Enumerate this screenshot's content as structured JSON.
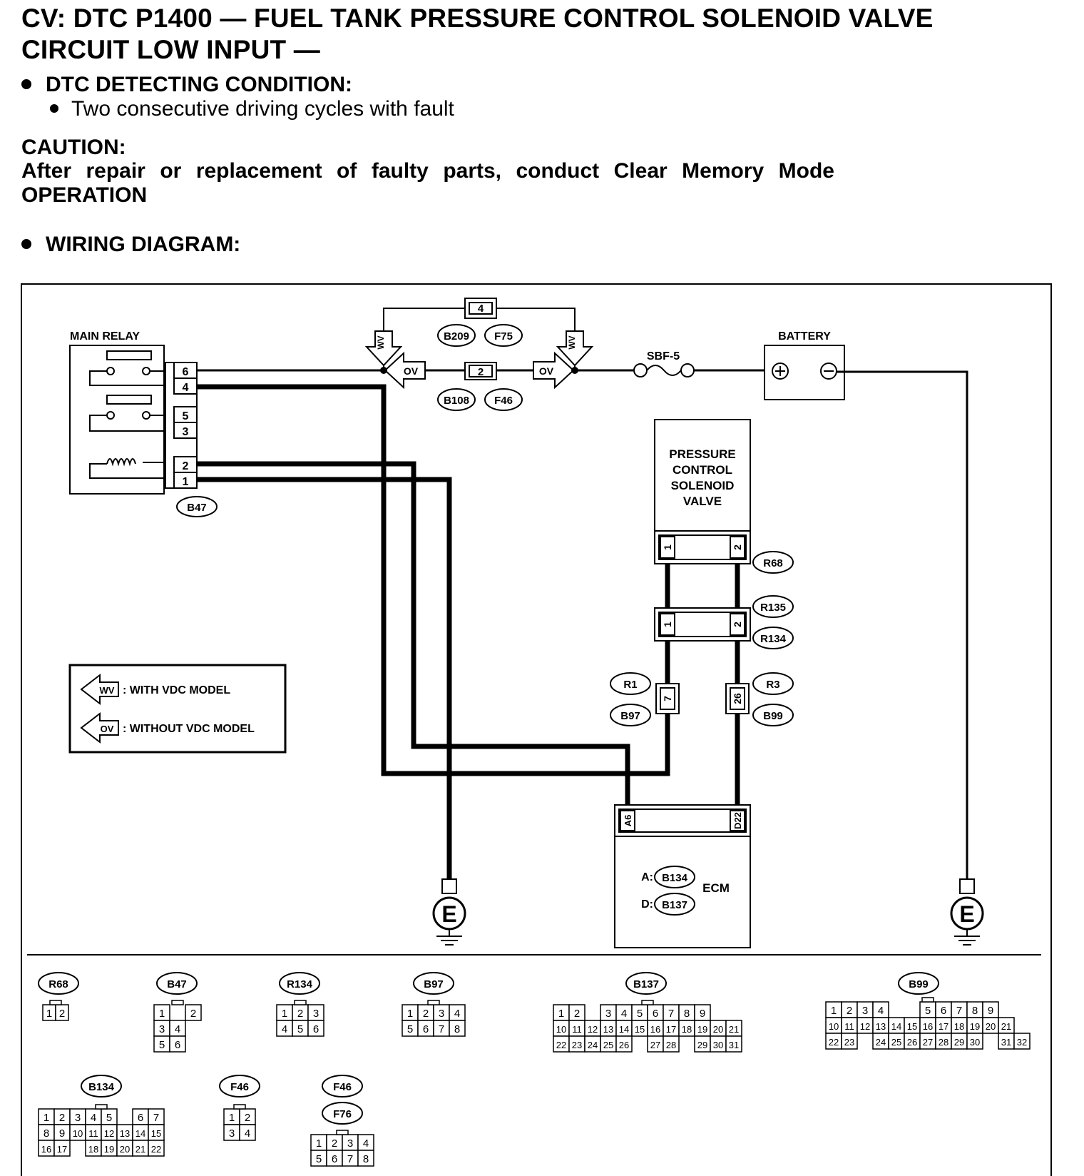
{
  "title": "CV:  DTC P1400 — FUEL TANK PRESSURE CONTROL SOLENOID VALVE CIRCUIT LOW INPUT —",
  "title_line1": "CV:  DTC P1400 — FUEL TANK PRESSURE CONTROL SOLENOID VALVE",
  "title_line2": "CIRCUIT LOW INPUT —",
  "detecting_heading": "DTC DETECTING CONDITION:",
  "detecting_item": "Two consecutive driving cycles with fault",
  "caution_heading": "CAUTION:",
  "caution_text": "After repair or replacement of faulty parts, conduct Clear Memory Mode OPERATION",
  "wiring_heading": "WIRING DIAGRAM:",
  "diagram": {
    "main_relay": "MAIN RELAY",
    "relay_pins": [
      "6",
      "4",
      "5",
      "3",
      "2",
      "1"
    ],
    "battery": "BATTERY",
    "fuse": "SBF-5",
    "wv": "WV",
    "ov": "OV",
    "valve_lines": [
      "PRESSURE",
      "CONTROL",
      "SOLENOID",
      "VALVE"
    ],
    "ecm": "ECM",
    "ecm_a": "A:",
    "ecm_d": "D:",
    "ground": "E",
    "legend_wv": ": WITH VDC MODEL",
    "legend_ov": ": WITHOUT VDC MODEL",
    "pin_labels": {
      "top4": "4",
      "mid2": "2",
      "v1": "1",
      "v2": "2",
      "j1": "1",
      "j2": "2",
      "p7": "7",
      "p26": "26",
      "a6": "A6",
      "d22": "D22"
    },
    "connectors": {
      "b209": "B209",
      "f75": "F75",
      "b108": "B108",
      "f46": "F46",
      "b47": "B47",
      "r68": "R68",
      "r135": "R135",
      "r134": "R134",
      "r1": "R1",
      "r3": "R3",
      "b97": "B97",
      "b99": "B99",
      "b134": "B134",
      "b137": "B137",
      "f76": "F76"
    }
  },
  "connector_views": [
    {
      "id": "R68",
      "rows": [
        [
          "1",
          "2"
        ]
      ]
    },
    {
      "id": "B47",
      "rows": [
        [
          "1",
          "",
          "2"
        ],
        [
          "3",
          "4"
        ],
        [
          "5",
          "6"
        ]
      ]
    },
    {
      "id": "R134",
      "rows": [
        [
          "1",
          "2",
          "3"
        ],
        [
          "4",
          "5",
          "6"
        ]
      ]
    },
    {
      "id": "B97",
      "rows": [
        [
          "1",
          "2",
          "3",
          "4"
        ],
        [
          "5",
          "6",
          "7",
          "8"
        ]
      ]
    },
    {
      "id": "B137",
      "rows": [
        [
          "1",
          "2",
          "",
          "3",
          "4",
          "5",
          "6",
          "7",
          "8",
          "9"
        ],
        [
          "10",
          "11",
          "12",
          "13",
          "14",
          "15",
          "16",
          "17",
          "18",
          "19",
          "20",
          "21"
        ],
        [
          "22",
          "23",
          "24",
          "25",
          "26",
          "",
          "27",
          "28",
          "",
          "29",
          "30",
          "31"
        ]
      ]
    },
    {
      "id": "B99",
      "rows": [
        [
          "1",
          "2",
          "3",
          "4",
          "",
          "",
          "5",
          "6",
          "7",
          "8",
          "9"
        ],
        [
          "10",
          "11",
          "12",
          "13",
          "14",
          "15",
          "16",
          "17",
          "18",
          "19",
          "20",
          "21"
        ],
        [
          "22",
          "23",
          "",
          "24",
          "25",
          "26",
          "27",
          "28",
          "29",
          "30",
          "",
          "31",
          "32"
        ]
      ]
    },
    {
      "id": "B134",
      "rows": [
        [
          "1",
          "2",
          "3",
          "4",
          "5",
          "",
          "6",
          "7"
        ],
        [
          "8",
          "9",
          "10",
          "11",
          "12",
          "13",
          "14",
          "15"
        ],
        [
          "16",
          "17",
          "",
          "18",
          "19",
          "20",
          "21",
          "22"
        ]
      ]
    },
    {
      "id": "F46",
      "rows": [
        [
          "1",
          "2"
        ],
        [
          "3",
          "4"
        ]
      ]
    },
    {
      "id": "F46 / F76",
      "ids": [
        "F46",
        "F76"
      ],
      "rows": [
        [
          "1",
          "2",
          "3",
          "4"
        ],
        [
          "5",
          "6",
          "7",
          "8"
        ]
      ]
    }
  ]
}
